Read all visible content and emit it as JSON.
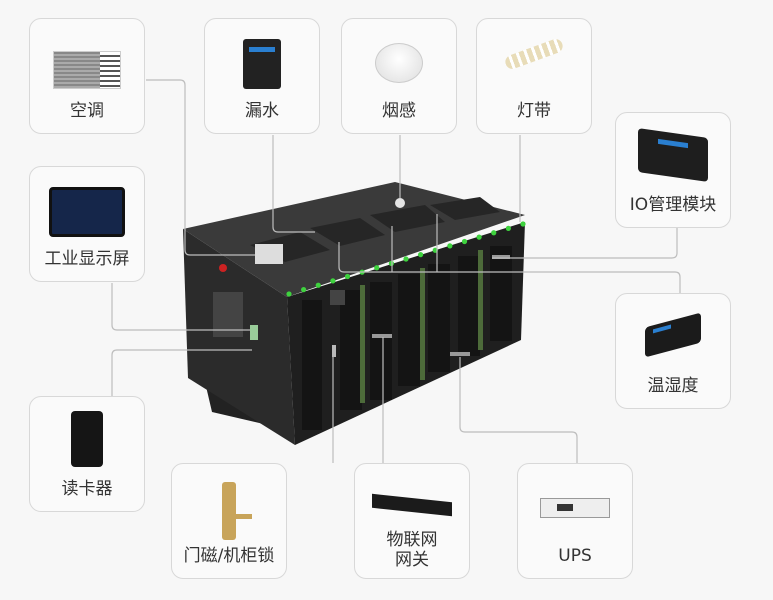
{
  "title": "微模块数据中心组件示意图",
  "components": {
    "ac": {
      "label": "空调"
    },
    "leak": {
      "label": "漏水"
    },
    "smoke": {
      "label": "烟感"
    },
    "light_strip": {
      "label": "灯带"
    },
    "io_module": {
      "label": "IO管理模块"
    },
    "display": {
      "label": "工业显示屏"
    },
    "temp_humidity": {
      "label": "温湿度"
    },
    "card_reader": {
      "label": "读卡器"
    },
    "door_lock": {
      "label": "门磁/机柜锁"
    },
    "iot_gateway": {
      "label_line1": "物联网",
      "label_line2": "网关"
    },
    "ups": {
      "label": "UPS"
    }
  },
  "colors": {
    "led": "#3ed23e",
    "cabinet": "#2a2a2a",
    "connector": "#bdbdbd"
  }
}
